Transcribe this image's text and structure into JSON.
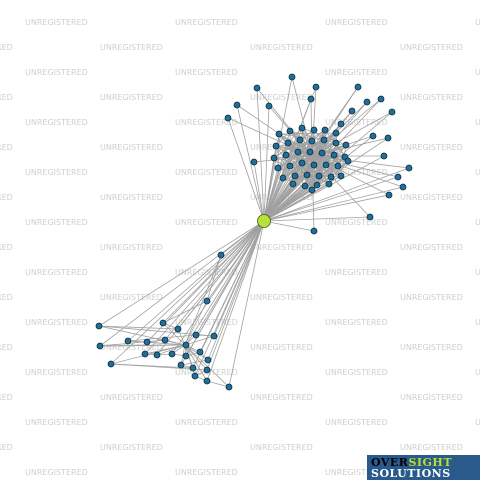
{
  "watermark": {
    "text": "UNREGISTERED",
    "color": "#cfcfcf"
  },
  "graph": {
    "edge_color": "#a0a0a0",
    "node_color": "#1f6f98",
    "node_stroke": "#0a2a3a",
    "center_node_color": "#b8e23a",
    "center_node_stroke": "#3b5a10"
  },
  "logo": {
    "background": "#2a5a8c",
    "line1_a": "OVER",
    "line1_b": "SIGHT",
    "line2": "SOLUTIONS",
    "icon": "oversight-solutions-logo"
  }
}
